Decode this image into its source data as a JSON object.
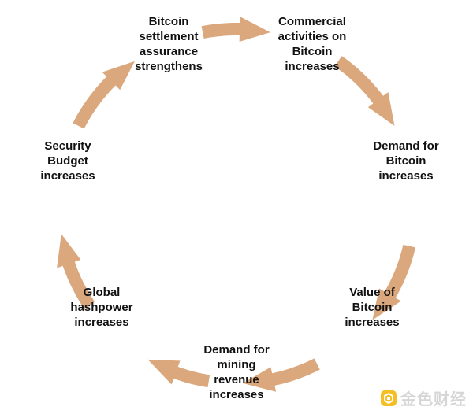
{
  "colors": {
    "arrow": "#dba87e",
    "text": "#111111",
    "watermark": "#cfcfcf",
    "watermark_icon": "#f2b400"
  },
  "nodes": [
    {
      "id": "settlement",
      "lines": [
        "Bitcoin",
        "settlement",
        "assurance",
        "strengthens"
      ]
    },
    {
      "id": "commercial",
      "lines": [
        "Commercial",
        "activities on",
        "Bitcoin",
        "increases"
      ]
    },
    {
      "id": "demand-bitcoin",
      "lines": [
        "Demand for",
        "Bitcoin",
        "increases"
      ]
    },
    {
      "id": "value",
      "lines": [
        "Value of",
        "Bitcoin",
        "increases"
      ]
    },
    {
      "id": "demand-mining",
      "lines": [
        "Demand for",
        "mining",
        "revenue",
        "increases"
      ]
    },
    {
      "id": "hashpower",
      "lines": [
        "Global",
        "hashpower",
        "increases"
      ]
    },
    {
      "id": "security",
      "lines": [
        "Security",
        "Budget",
        "increases"
      ]
    }
  ],
  "watermark": {
    "text": "金色财经",
    "icon": "golden-logo-icon"
  }
}
